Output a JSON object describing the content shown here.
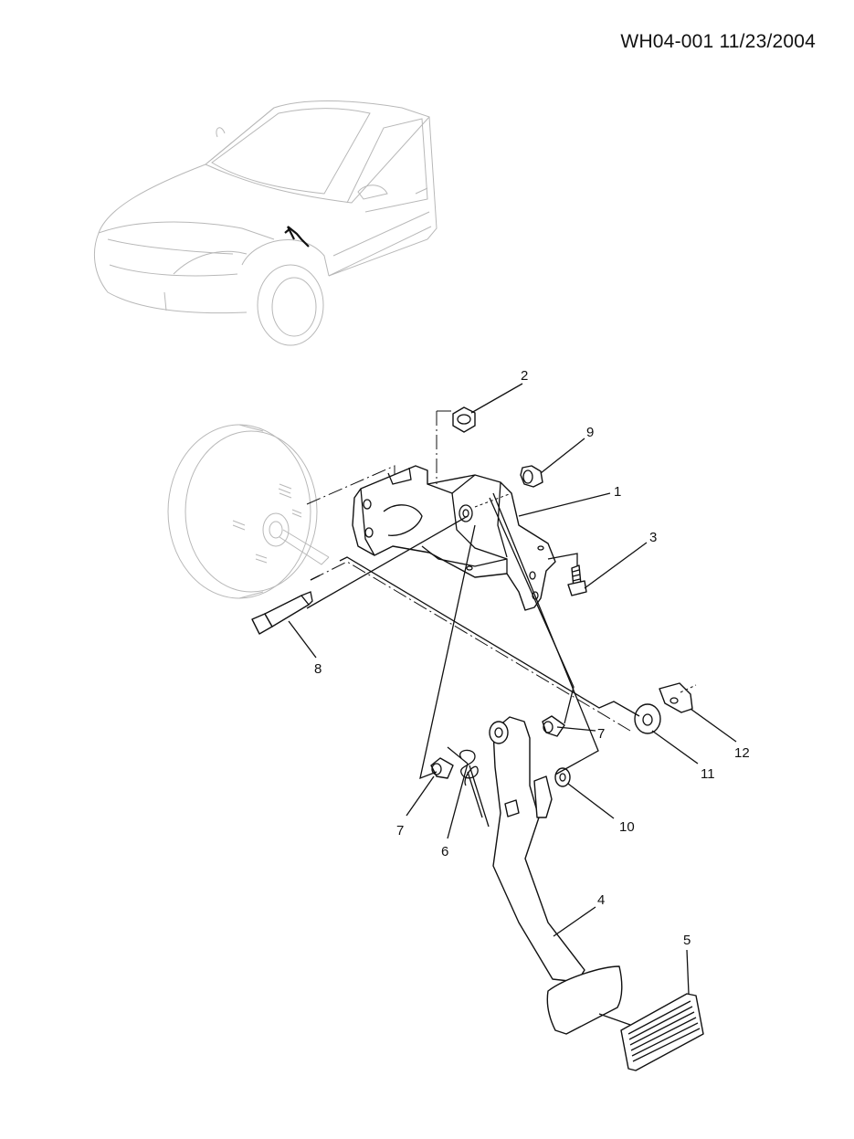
{
  "header": {
    "code": "WH04-001",
    "date": "11/23/2004"
  },
  "callouts": [
    {
      "id": "c1",
      "label": "1"
    },
    {
      "id": "c2",
      "label": "2"
    },
    {
      "id": "c3",
      "label": "3"
    },
    {
      "id": "c4",
      "label": "4"
    },
    {
      "id": "c5",
      "label": "5"
    },
    {
      "id": "c6",
      "label": "6"
    },
    {
      "id": "c7a",
      "label": "7"
    },
    {
      "id": "c7b",
      "label": "7"
    },
    {
      "id": "c8",
      "label": "8"
    },
    {
      "id": "c9",
      "label": "9"
    },
    {
      "id": "c10",
      "label": "10"
    },
    {
      "id": "c11",
      "label": "11"
    },
    {
      "id": "c12",
      "label": "12"
    }
  ]
}
